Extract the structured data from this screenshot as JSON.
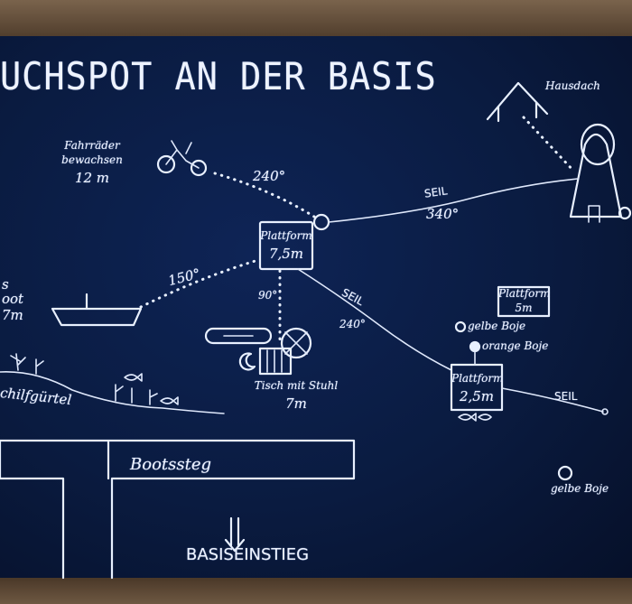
{
  "sign": {
    "title": "UCHSPOT AN DER BASIS",
    "roof_label": "Hausdach",
    "bikes_label_line1": "Fahrräder",
    "bikes_label_line2": "bewachsen",
    "bikes_depth": "12 m",
    "angle_240_top": "240°",
    "angle_150": "150°",
    "angle_90": "90°",
    "angle_340": "340°",
    "angle_240_mid": "240°",
    "rope_label_1": "SEIL",
    "rope_label_2": "SEIL",
    "rope_label_3": "SEIL",
    "platform_7_5_line1": "Plattform",
    "platform_7_5_line2": "7,5m",
    "platform_5_line1": "Plattform",
    "platform_5_line2": "5m",
    "platform_2_5_line1": "Plattform",
    "platform_2_5_line2": "2,5m",
    "boat_line1": "s",
    "boat_line2": "oot",
    "boat_line3": "7m",
    "reed_label": "chilfgürtel",
    "table_label_line1": "Tisch mit Stuhl",
    "table_label_line2": "7m",
    "yellow_buoy_1": "gelbe Boje",
    "orange_buoy": "orange Boje",
    "yellow_buoy_2": "gelbe Boje",
    "jetty_label": "Bootssteg",
    "entry_label": "BASISEINSTIEG"
  },
  "colors": {
    "board": "#0a1b40",
    "chalk": "#e8f0ff",
    "frame": "#5a4632"
  }
}
